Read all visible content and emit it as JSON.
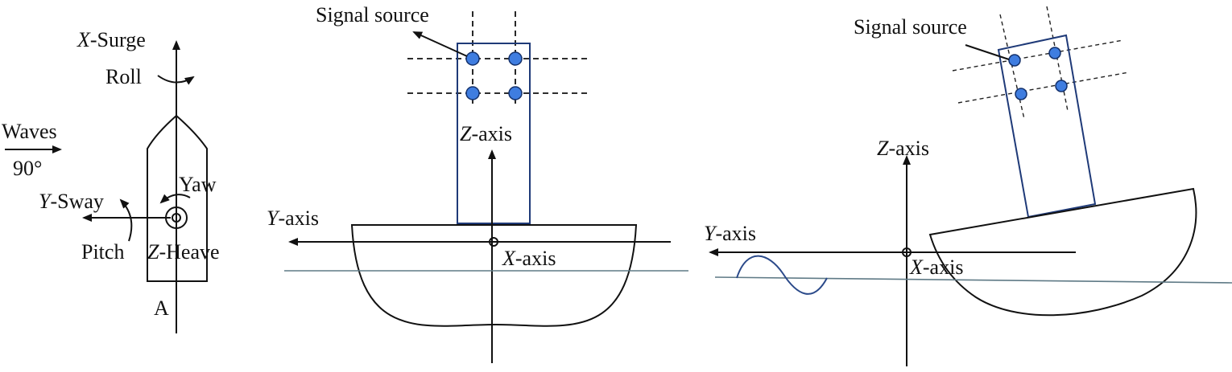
{
  "panel_a": {
    "surge_label": "X-Surge",
    "surge_letter": "X",
    "surge_suffix": "-Surge",
    "roll_label": "Roll",
    "waves_label": "Waves",
    "waves_angle": "90°",
    "yaw_label": "Yaw",
    "sway_letter": "Y",
    "sway_suffix": "-Sway",
    "pitch_label": "Pitch",
    "heave_letter": "Z",
    "heave_suffix": "-Heave",
    "point_label": "A"
  },
  "panel_b": {
    "signal_label": "Signal source",
    "z_letter": "Z",
    "z_suffix": "-axis",
    "y_letter": "Y",
    "y_suffix": "-axis",
    "x_letter": "X",
    "x_suffix": "-axis"
  },
  "panel_c": {
    "signal_label": "Signal source",
    "z_letter": "Z",
    "z_suffix": "-axis",
    "y_letter": "Y",
    "y_suffix": "-axis",
    "x_letter": "X",
    "x_suffix": "-axis"
  },
  "colors": {
    "line": "#111111",
    "frame": "#1f3a78",
    "signal_fill": "#3f7de0",
    "water": "#5f7a86",
    "wave": "#2b4a8a"
  }
}
